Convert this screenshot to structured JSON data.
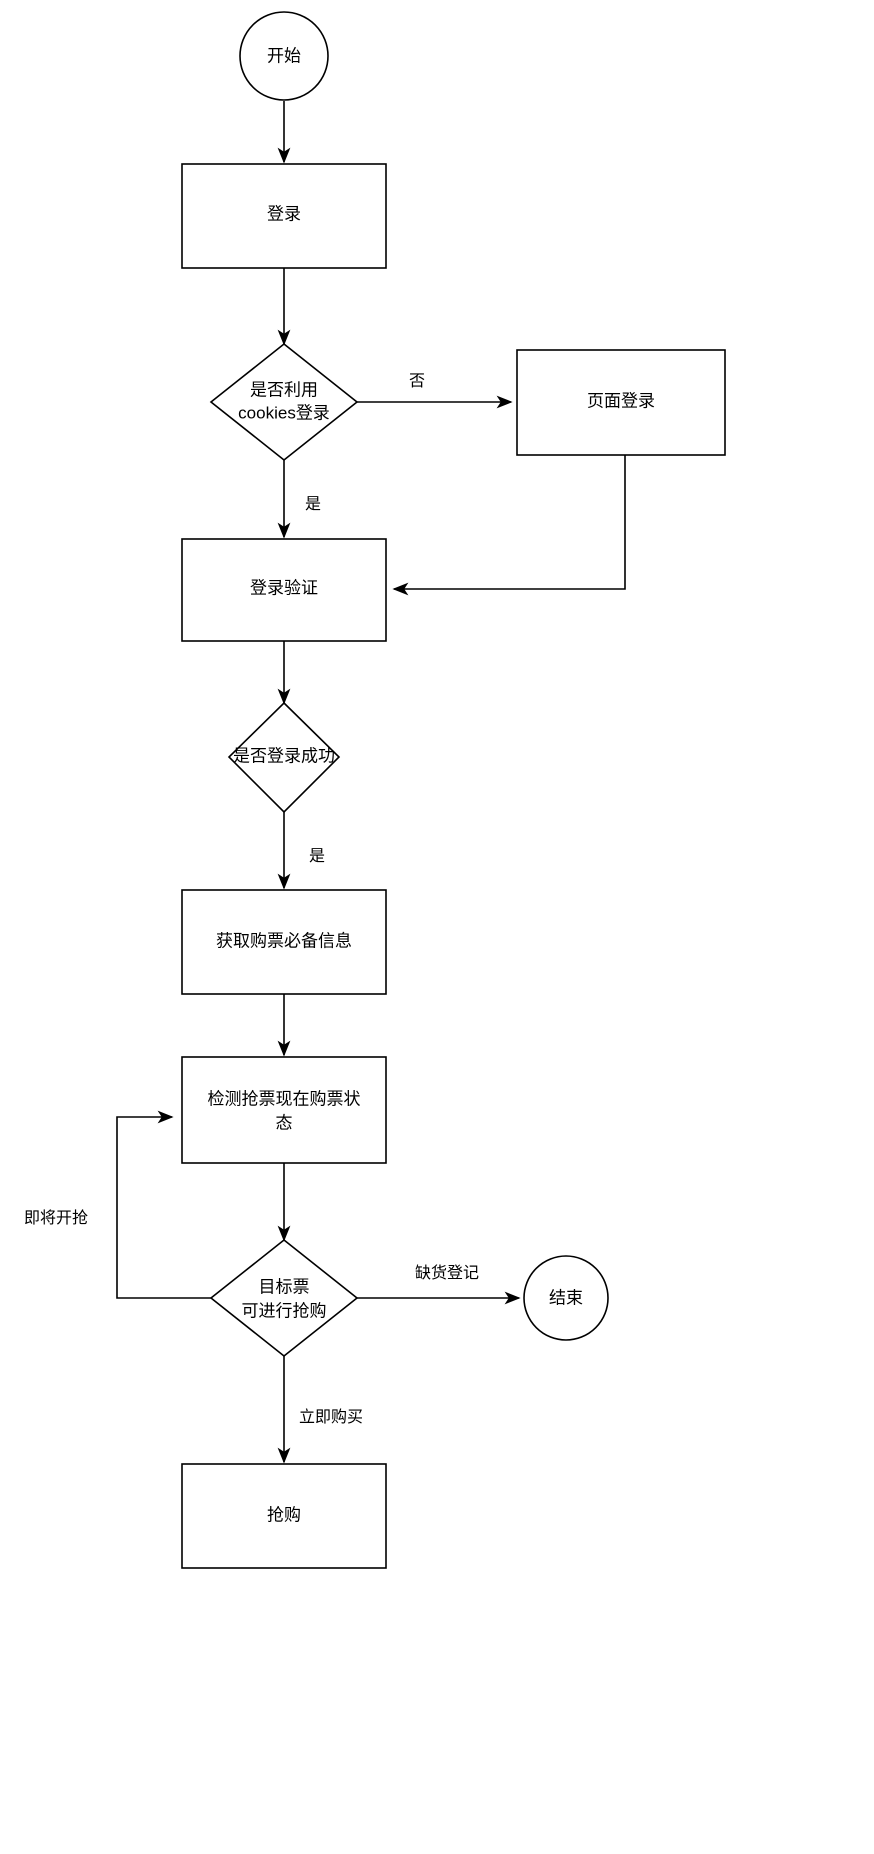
{
  "diagram": {
    "type": "flowchart",
    "title": "",
    "orientation": "top-to-bottom",
    "colors": {
      "background": "#ffffff",
      "stroke": "#000000",
      "fill": "#ffffff",
      "text": "#000000"
    },
    "nodes": [
      {
        "id": "start",
        "shape": "circle",
        "label": "开始"
      },
      {
        "id": "login",
        "shape": "rect",
        "label": "登录"
      },
      {
        "id": "use_cookies",
        "shape": "diamond",
        "label_line1": "是否利用",
        "label_line2": "cookies登录"
      },
      {
        "id": "page_login",
        "shape": "rect",
        "label": "页面登录"
      },
      {
        "id": "login_verify",
        "shape": "rect",
        "label": "登录验证"
      },
      {
        "id": "login_ok",
        "shape": "diamond",
        "label": "是否登录成功"
      },
      {
        "id": "get_info",
        "shape": "rect",
        "label": "获取购票必备信息"
      },
      {
        "id": "check_state",
        "shape": "rect",
        "label_line1": "检测抢票现在购票状",
        "label_line2": "态"
      },
      {
        "id": "can_buy",
        "shape": "diamond",
        "label_line1": "目标票",
        "label_line2": "可进行抢购"
      },
      {
        "id": "end",
        "shape": "circle",
        "label": "结束"
      },
      {
        "id": "grab",
        "shape": "rect",
        "label": "抢购"
      }
    ],
    "edges": [
      {
        "from": "start",
        "to": "login",
        "label": ""
      },
      {
        "from": "login",
        "to": "use_cookies",
        "label": ""
      },
      {
        "from": "use_cookies",
        "to": "page_login",
        "label": "否"
      },
      {
        "from": "use_cookies",
        "to": "login_verify",
        "label": "是"
      },
      {
        "from": "page_login",
        "to": "login_verify",
        "label": ""
      },
      {
        "from": "login_verify",
        "to": "login_ok",
        "label": ""
      },
      {
        "from": "login_ok",
        "to": "get_info",
        "label": "是"
      },
      {
        "from": "get_info",
        "to": "check_state",
        "label": ""
      },
      {
        "from": "check_state",
        "to": "can_buy",
        "label": ""
      },
      {
        "from": "can_buy",
        "to": "check_state",
        "label": "即将开抢"
      },
      {
        "from": "can_buy",
        "to": "end",
        "label": "缺货登记"
      },
      {
        "from": "can_buy",
        "to": "grab",
        "label": "立即购买"
      }
    ],
    "edge_labels": {
      "cookies_no": "否",
      "cookies_yes": "是",
      "login_ok_yes": "是",
      "loop_back": "即将开抢",
      "out_of_stock": "缺货登记",
      "buy_now": "立即购买"
    }
  }
}
